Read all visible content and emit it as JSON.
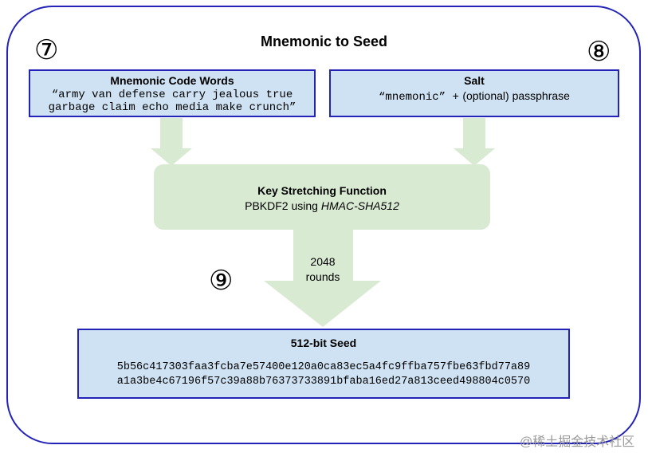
{
  "diagram": {
    "title": "Mnemonic to Seed",
    "steps": {
      "mnemonic": "⑦",
      "salt": "⑧",
      "rounds": "⑨"
    },
    "mnemonic_box": {
      "heading": "Mnemonic Code Words",
      "line1": "“army van defense carry jealous true",
      "line2": "garbage claim echo media make crunch”"
    },
    "salt_box": {
      "heading": "Salt",
      "literal": "“mnemonic” +",
      "text": "(optional) passphrase"
    },
    "key_stretch": {
      "heading": "Key Stretching Function",
      "prefix": "PBKDF2 using",
      "algorithm": "HMAC-SHA512"
    },
    "rounds": {
      "count": "2048",
      "label": "rounds"
    },
    "seed_box": {
      "heading": "512-bit Seed",
      "line1": "5b56c417303faa3fcba7e57400e120a0ca83ec5a4fc9ffba757fbe63fbd77a89",
      "line2": "a1a3be4c67196f57c39a88b76373733891bfaba16ed27a813ceed498804c0570"
    },
    "watermark": "@稀土掘金技术社区"
  },
  "colors": {
    "border": "#2323b8",
    "box_fill": "#cfe2f3",
    "flow_fill": "#d9ead3"
  }
}
